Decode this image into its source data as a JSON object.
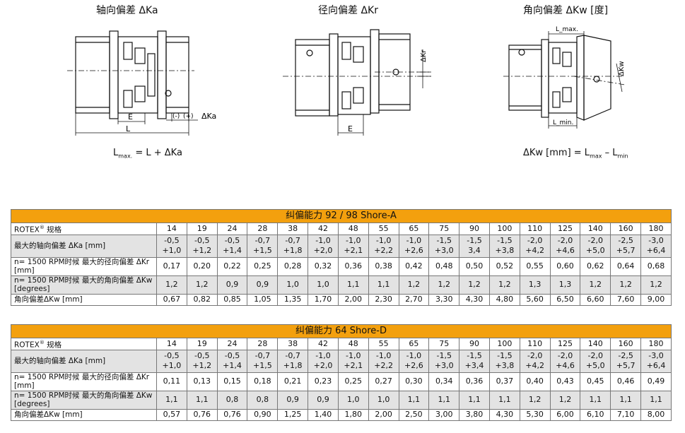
{
  "diagrams": {
    "axial": {
      "title": "轴向偏差 ΔKa",
      "formula": "L_max = L + ΔKa",
      "labels": {
        "E": "E",
        "L": "L",
        "minus": "(-)",
        "plus": "(+)",
        "dka": "ΔKa"
      }
    },
    "radial": {
      "title": "径向偏差 ΔKr",
      "labels": {
        "E": "E",
        "dkr": "ΔKr"
      }
    },
    "angular": {
      "title": "角向偏差 ΔKw [度]",
      "formula": "ΔKw [mm] = L_max – L_min",
      "labels": {
        "lmax": "L_max.",
        "lmin": "L_min.",
        "dkw": "ΔKw"
      }
    }
  },
  "tables": [
    {
      "header": "纠偏能力    92 / 98 Shore-A",
      "rows": [
        {
          "label": "ROTEX® 规格",
          "values": [
            "14",
            "19",
            "24",
            "28",
            "38",
            "42",
            "48",
            "55",
            "65",
            "75",
            "90",
            "100",
            "110",
            "125",
            "140",
            "160",
            "180"
          ]
        },
        {
          "label": "最大的轴向偏差 ΔKa [mm]",
          "top": [
            "-0,5",
            "-0,5",
            "-0,5",
            "-0,7",
            "-0,7",
            "-1,0",
            "-1,0",
            "-1,0",
            "-1,0",
            "-1,5",
            "-1,5",
            "-1,5",
            "-2,0",
            "-2,0",
            "-2,0",
            "-2,5",
            "-3,0"
          ],
          "bottom": [
            "+1,0",
            "+1,2",
            "+1,4",
            "+1,5",
            "+1,8",
            "+2,0",
            "+2,1",
            "+2,2",
            "+2,6",
            "+3,0",
            "3,4",
            "+3,8",
            "+4,2",
            "+4,6",
            "+5,0",
            "+5,7",
            "+6,4"
          ]
        },
        {
          "label": "n= 1500 RPM时候 最大的径向偏差 ΔKr [mm]",
          "values": [
            "0,17",
            "0,20",
            "0,22",
            "0,25",
            "0,28",
            "0,32",
            "0,36",
            "0,38",
            "0,42",
            "0,48",
            "0,50",
            "0,52",
            "0,55",
            "0,60",
            "0,62",
            "0,64",
            "0,68"
          ]
        },
        {
          "label": "n= 1500 RPM时候 最大的角向偏差 ΔKw [degrees]",
          "values": [
            "1,2",
            "1,2",
            "0,9",
            "0,9",
            "1,0",
            "1,0",
            "1,1",
            "1,1",
            "1,2",
            "1,2",
            "1,2",
            "1,2",
            "1,3",
            "1,3",
            "1,2",
            "1,2",
            "1,2"
          ]
        },
        {
          "label": "角向偏差ΔKw [mm]",
          "values": [
            "0,67",
            "0,82",
            "0,85",
            "1,05",
            "1,35",
            "1,70",
            "2,00",
            "2,30",
            "2,70",
            "3,30",
            "4,30",
            "4,80",
            "5,60",
            "6,50",
            "6,60",
            "7,60",
            "9,00"
          ]
        }
      ]
    },
    {
      "header": "纠偏能力    64 Shore-D",
      "rows": [
        {
          "label": "ROTEX® 规格",
          "values": [
            "14",
            "19",
            "24",
            "28",
            "38",
            "42",
            "48",
            "55",
            "65",
            "75",
            "90",
            "100",
            "110",
            "125",
            "140",
            "160",
            "180"
          ]
        },
        {
          "label": "最大的轴向偏差 ΔKa [mm]",
          "top": [
            "-0,5",
            "-0,5",
            "-0,5",
            "-0,7",
            "-0,7",
            "-1,0",
            "-1,0",
            "-1,0",
            "-1,0",
            "-1,5",
            "-1,5",
            "-1,5",
            "-2,0",
            "-2,0",
            "-2,0",
            "-2,5",
            "-3,0"
          ],
          "bottom": [
            "+1,0",
            "+1,2",
            "+1,4",
            "+1,5",
            "+1,8",
            "+2,0",
            "+2,1",
            "+2,2",
            "+2,6",
            "+3,0",
            "+3,4",
            "+3,8",
            "+4,2",
            "+4,6",
            "+5,0",
            "+5,7",
            "+6,4"
          ]
        },
        {
          "label": "n= 1500 RPM时候 最大的径向偏差 ΔKr [mm]",
          "values": [
            "0,11",
            "0,13",
            "0,15",
            "0,18",
            "0,21",
            "0,23",
            "0,25",
            "0,27",
            "0,30",
            "0,34",
            "0,36",
            "0,37",
            "0,40",
            "0,43",
            "0,45",
            "0,46",
            "0,49"
          ]
        },
        {
          "label": "n= 1500 RPM时候 最大的角向偏差 ΔKw [degrees]",
          "values": [
            "1,1",
            "1,1",
            "0,8",
            "0,8",
            "0,9",
            "0,9",
            "1,0",
            "1,0",
            "1,1",
            "1,1",
            "1,1",
            "1,1",
            "1,2",
            "1,2",
            "1,1",
            "1,1",
            "1,1"
          ]
        },
        {
          "label": "角向偏差ΔKw [mm]",
          "values": [
            "0,57",
            "0,76",
            "0,76",
            "0,90",
            "1,25",
            "1,40",
            "1,80",
            "2,00",
            "2,50",
            "3,00",
            "3,80",
            "4,30",
            "5,30",
            "6,00",
            "6,10",
            "7,10",
            "8,00"
          ]
        }
      ]
    }
  ]
}
